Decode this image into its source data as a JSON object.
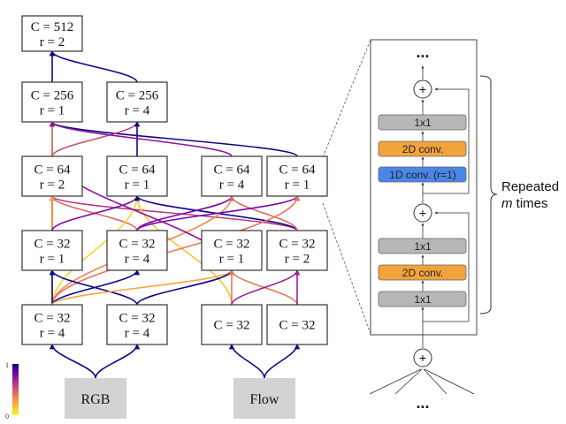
{
  "nodes": [
    {
      "id": "n512",
      "C": "C = 512",
      "r": "r = 2"
    },
    {
      "id": "n256a",
      "C": "C = 256",
      "r": "r = 1"
    },
    {
      "id": "n256b",
      "C": "C = 256",
      "r": "r = 4"
    },
    {
      "id": "n64a",
      "C": "C = 64",
      "r": "r = 2"
    },
    {
      "id": "n64b",
      "C": "C = 64",
      "r": "r = 1"
    },
    {
      "id": "n64c",
      "C": "C = 64",
      "r": "r = 4"
    },
    {
      "id": "n64d",
      "C": "C = 64",
      "r": "r = 1"
    },
    {
      "id": "n32a",
      "C": "C = 32",
      "r": "r = 1"
    },
    {
      "id": "n32b",
      "C": "C = 32",
      "r": "r = 4"
    },
    {
      "id": "n32c",
      "C": "C = 32",
      "r": "r = 1"
    },
    {
      "id": "n32d",
      "C": "C = 32",
      "r": "r = 2"
    },
    {
      "id": "n32e",
      "C": "C = 32",
      "r": "r = 4"
    },
    {
      "id": "n32f",
      "C": "C = 32",
      "r": "r = 4"
    },
    {
      "id": "n32g",
      "C": "C = 32",
      "r": ""
    },
    {
      "id": "n32h",
      "C": "C = 32",
      "r": ""
    }
  ],
  "inputs": [
    {
      "id": "rgb",
      "label": "RGB"
    },
    {
      "id": "flow",
      "label": "Flow"
    }
  ],
  "edges": [
    {
      "from": "n256a",
      "to": "n512",
      "w": 1.0
    },
    {
      "from": "n256b",
      "to": "n512",
      "w": 1.0
    },
    {
      "from": "n64a",
      "to": "n256a",
      "w": 1.0
    },
    {
      "from": "n64d",
      "to": "n256a",
      "w": 1.0
    },
    {
      "from": "n32a",
      "to": "n256a",
      "w": 0.35
    },
    {
      "from": "n64a",
      "to": "n256b",
      "w": 0.55
    },
    {
      "from": "n64b",
      "to": "n256b",
      "w": 1.0
    },
    {
      "from": "n64c",
      "to": "n256a",
      "w": 0.75
    },
    {
      "from": "n32a",
      "to": "n64a",
      "w": 1.0
    },
    {
      "from": "n32b",
      "to": "n64a",
      "w": 0.45
    },
    {
      "from": "n32d",
      "to": "n64a",
      "w": 0.6
    },
    {
      "from": "n32e",
      "to": "n64a",
      "w": 0.25
    },
    {
      "from": "n32a",
      "to": "n64b",
      "w": 0.8
    },
    {
      "from": "n32e",
      "to": "n64b",
      "w": 0.1
    },
    {
      "from": "n32g",
      "to": "n64b",
      "w": 0.15
    },
    {
      "from": "n32d",
      "to": "n64b",
      "w": 1.0
    },
    {
      "from": "n32b",
      "to": "n64c",
      "w": 0.8
    },
    {
      "from": "n32e",
      "to": "n64c",
      "w": 0.35
    },
    {
      "from": "n32d",
      "to": "n64c",
      "w": 0.45
    },
    {
      "from": "n32b",
      "to": "n64d",
      "w": 0.8
    },
    {
      "from": "n32e",
      "to": "n64d",
      "w": 0.4
    },
    {
      "from": "n64a",
      "to": "n32c",
      "w": 0.75
    },
    {
      "from": "n32e",
      "to": "n32a",
      "w": 1.0
    },
    {
      "from": "n32f",
      "to": "n32a",
      "w": 1.0
    },
    {
      "from": "n32e",
      "to": "n32b",
      "w": 1.0
    },
    {
      "from": "n32e",
      "to": "n32c",
      "w": 0.25
    },
    {
      "from": "n32f",
      "to": "n32c",
      "w": 1.0
    },
    {
      "from": "n32g",
      "to": "n32c",
      "w": 0.4
    },
    {
      "from": "n32h",
      "to": "n32c",
      "w": 0.4
    },
    {
      "from": "n32g",
      "to": "n32d",
      "w": 0.7
    },
    {
      "from": "n32h",
      "to": "n32d",
      "w": 0.7
    },
    {
      "from": "rgb",
      "to": "n32e",
      "w": 1.0
    },
    {
      "from": "rgb",
      "to": "n32f",
      "w": 1.0
    },
    {
      "from": "flow",
      "to": "n32g",
      "w": 1.0
    },
    {
      "from": "flow",
      "to": "n32h",
      "w": 1.0
    }
  ],
  "colorbar": {
    "max_label": "1",
    "min_label": "0",
    "colors": [
      "#0d0887",
      "#7e03a8",
      "#cc4778",
      "#f89540",
      "#f0f921"
    ]
  },
  "block": {
    "top_dots": "...",
    "bottom_dots": "...",
    "plus": "+",
    "layers_upper": [
      {
        "label": "1x1",
        "color": "#b7b7b7"
      },
      {
        "label": "2D conv.",
        "color": "#f1a33c"
      },
      {
        "label": "1D conv. (r=1)",
        "color": "#4a86e8"
      }
    ],
    "layers_lower": [
      {
        "label": "1x1",
        "color": "#b7b7b7"
      },
      {
        "label": "2D conv.",
        "color": "#f1a33c"
      },
      {
        "label": "1x1",
        "color": "#b7b7b7"
      }
    ]
  },
  "annotation": {
    "line1": "Repeated",
    "line2_italic": "m",
    "line2_rest": " times"
  }
}
